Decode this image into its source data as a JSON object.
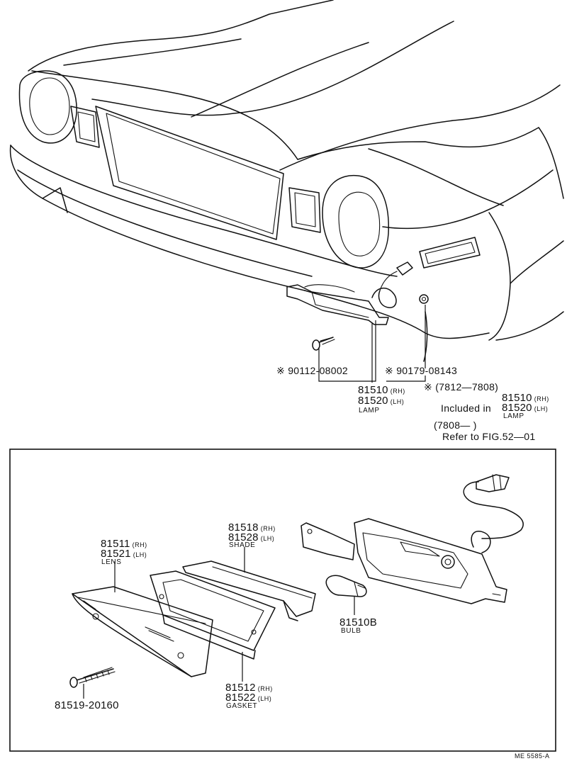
{
  "upper": {
    "screw_part_no": "※ 90112-08002",
    "clip_part_no": "※ 90179-08143",
    "lamp": {
      "pn_rh": "81510",
      "rh": "(RH)",
      "pn_lh": "81520",
      "lh": "(LH)",
      "name": "LAMP"
    },
    "note": {
      "period": "※ (7812—7808)",
      "included_in": "Included in",
      "pn_rh": "81510",
      "rh": "(RH)",
      "pn_lh": "81520",
      "lh": "(LH)",
      "name": "LAMP",
      "period2": "(7808—          )",
      "refer": "Refer to FIG.52—01"
    }
  },
  "lower": {
    "lens": {
      "pn_rh": "81511",
      "rh": "(RH)",
      "pn_lh": "81521",
      "lh": "(LH)",
      "name": "LENS"
    },
    "shade": {
      "pn_rh": "81518",
      "rh": "(RH)",
      "pn_lh": "81528",
      "lh": "(LH)",
      "name": "SHADE"
    },
    "bulb": {
      "pn": "81510B",
      "name": "BULB"
    },
    "gasket": {
      "pn_rh": "81512",
      "rh": "(RH)",
      "pn_lh": "81522",
      "lh": "(LH)",
      "name": "GASKET"
    },
    "screw": {
      "pn": "81519-20160"
    }
  },
  "figure_ref": "ME 5585-A"
}
